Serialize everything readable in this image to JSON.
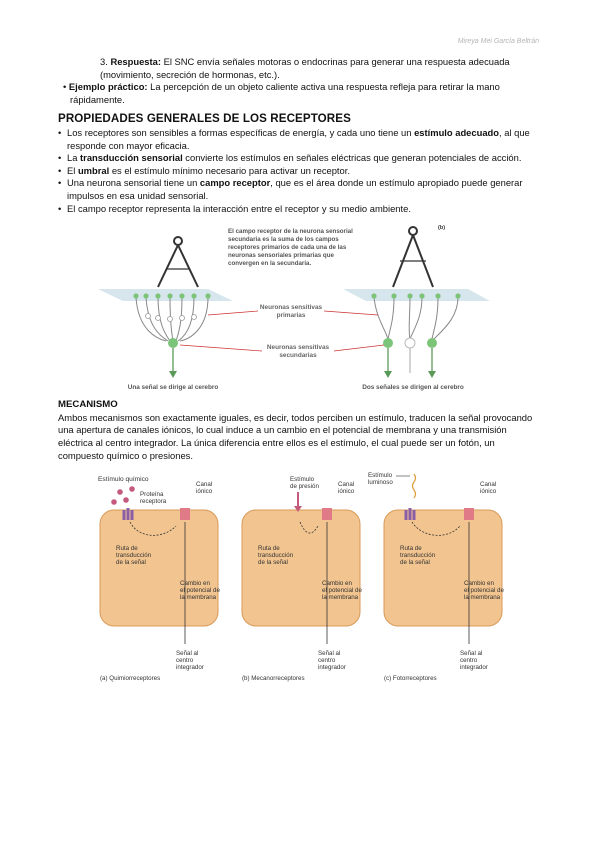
{
  "header": {
    "author": "Mireya Mei García Beltrán"
  },
  "intro": {
    "step3_prefix": "3. ",
    "step3_bold": "Respuesta:",
    "step3_text": " El SNC envía señales motoras o endocrinas para generar una respuesta adecuada (movimiento, secreción de hormonas, etc.).",
    "example_bullet": "• ",
    "example_bold": "Ejemplo práctico:",
    "example_text": " La percepción de un objeto caliente activa una respuesta refleja para retirar la mano rápidamente."
  },
  "section1": {
    "title": "PROPIEDADES GENERALES DE LOS RECEPTORES",
    "b1_pre": "Los receptores son sensibles a formas específicas de energía, y cada uno tiene un ",
    "b1_bold": "estímulo adecuado",
    "b1_post": ", al que responde con mayor eficacia.",
    "b2_pre": "La ",
    "b2_bold": "transducción sensorial",
    "b2_post": " convierte los estímulos en señales eléctricas que generan potenciales de acción.",
    "b3_pre": "El ",
    "b3_bold": "umbral",
    "b3_post": " es el estímulo mínimo necesario para activar un receptor.",
    "b4_pre": "Una neurona sensorial tiene un ",
    "b4_bold": "campo receptor",
    "b4_post": ", que es el área donde un estímulo apropiado puede generar impulsos en esa unidad sensorial.",
    "b5": "El campo receptor representa la interacción entre el receptor y su medio ambiente."
  },
  "figure1": {
    "panel_b_label": "(b)",
    "caption_l1": "El campo receptor de la neurona sensorial",
    "caption_l2": "secundaria es la suma de los campos",
    "caption_l3": "receptores primarios de cada una de las",
    "caption_l4": "neuronas sensoriales primarias que",
    "caption_l5": "convergen en la secundaria.",
    "primary_l1": "Neuronas sensitivas",
    "primary_l2": "primarias",
    "secondary_l1": "Neuronas sensitivas",
    "secondary_l2": "secundarias",
    "left_bottom": "Una señal se dirige al cerebro",
    "right_bottom": "Dos señales se dirigen al cerebro"
  },
  "section2": {
    "title": "MECANISMO",
    "text": "Ambos mecanismos son exactamente iguales, es decir, todos perciben un estímulo, traducen la señal provocando una apertura de canales iónicos, lo cual induce a un cambio en el potencial de membrana y una transmisión eléctrica al centro integrador. La única diferencia entre ellos es el estímulo, el cual puede ser un fotón, un compuesto químico o presiones."
  },
  "figure2": {
    "a_stimulus": "Estímulo químico",
    "a_protein_l1": "Proteína",
    "a_protein_l2": "receptora",
    "b_stim_l1": "Estímulo",
    "b_stim_l2": "de presión",
    "c_stim_l1": "Estímulo",
    "c_stim_l2": "luminoso",
    "canal_l1": "Canal",
    "canal_l2": "iónico",
    "ruta_l1": "Ruta de",
    "ruta_l2": "transducción",
    "ruta_l3": "de la señal",
    "cambio_l1": "Cambio en",
    "cambio_l2": "el potencial de",
    "cambio_l3": "la membrana",
    "senal_l1": "Señal al",
    "senal_l2": "centro",
    "senal_l3": "integrador",
    "a_caption": "(a) Quimiorreceptores",
    "b_caption": "(b) Mecanorreceptores",
    "c_caption": "(c) Fotorreceptores"
  },
  "colors": {
    "cell_fill": "#f2c48f",
    "cell_stroke": "#d89a58",
    "receptor": "#8a5fa8",
    "channel": "#e07a86",
    "neuron_green": "#7cc47a",
    "plane": "#c8dde6"
  }
}
